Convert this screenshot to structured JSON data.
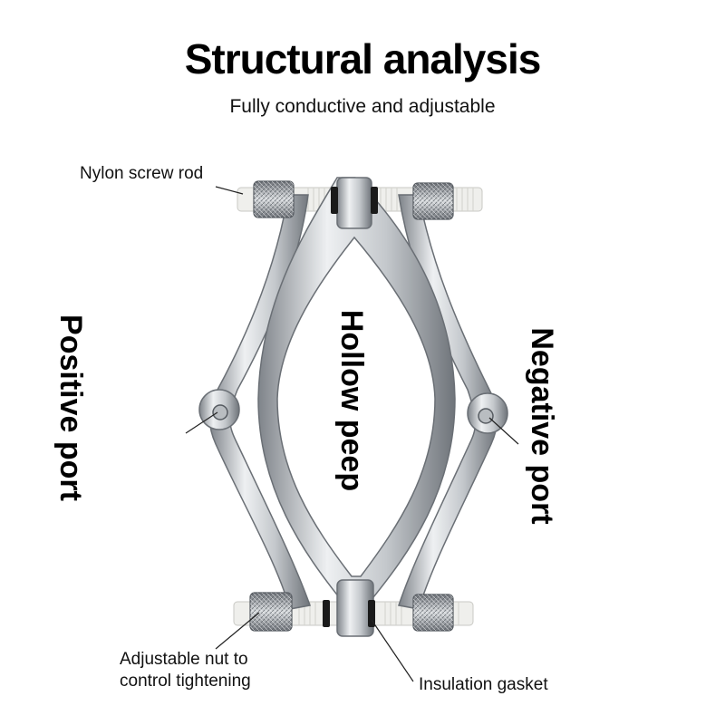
{
  "header": {
    "title": "Structural analysis",
    "subtitle": "Fully conductive and adjustable"
  },
  "labels": {
    "nylon_screw_rod": "Nylon screw rod",
    "positive_port": "Positive port",
    "hollow_peep": "Hollow peep",
    "negative_port": "Negative port",
    "adjustable_nut_line1": "Adjustable nut to",
    "adjustable_nut_line2": "control tightening",
    "insulation_gasket": "Insulation gasket"
  },
  "colors": {
    "metal": "#c9ccd0",
    "metal_dark": "#8c9096",
    "nylon": "#f1f1ee",
    "gasket": "#1a1a1a"
  }
}
